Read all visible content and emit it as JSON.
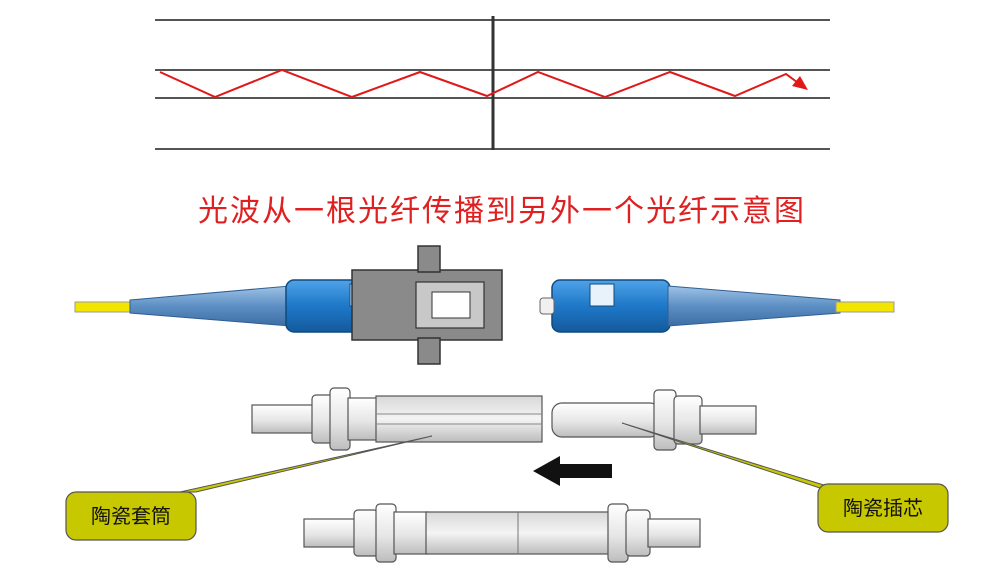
{
  "caption": "光波从一根光纤传播到另外一个光纤示意图",
  "labels": {
    "ceramic_sleeve": "陶瓷套筒",
    "ceramic_ferrule": "陶瓷插芯"
  },
  "colors": {
    "wave": "#e01818",
    "caption": "#e02020",
    "connector_blue": "#1e78c8",
    "fiber_yellow": "#f2e600",
    "adapter_gray": "#8a8a8a",
    "callout_fill": "#c8c800"
  }
}
